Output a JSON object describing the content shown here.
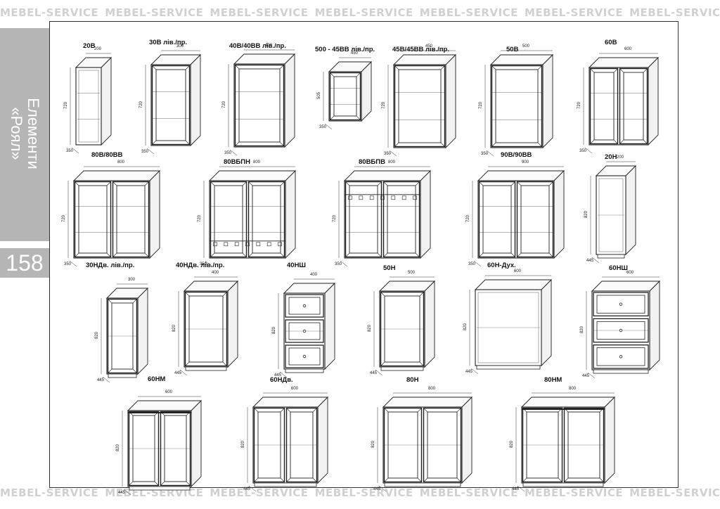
{
  "brand": "MEBEL-SERVICE",
  "side_title_line1": "Елементи",
  "side_title_line2": "«Роял»",
  "page_number": "158",
  "cabinets": [
    {
      "label": "20В",
      "type": "upper",
      "doors": 0,
      "drawers": 0,
      "open": true,
      "height_dim": "720",
      "width_dim": "200",
      "depth_dim": "350"
    },
    {
      "label": "30В лів./пр.",
      "type": "upper",
      "doors": 1,
      "drawers": 0,
      "height_dim": "720",
      "width_dim": "300",
      "depth_dim": "350"
    },
    {
      "label": "40В/40ВВ лів./пр.",
      "type": "upper",
      "doors": 1,
      "drawers": 0,
      "height_dim": "720",
      "width_dim": "400",
      "depth_dim": "350"
    },
    {
      "label": "500 - 45ВВ лів./пр.",
      "type": "box",
      "doors": 1,
      "drawers": 0,
      "height_dim": "505",
      "width_dim": "450",
      "depth_dim": "350"
    },
    {
      "label": "45В/45ВВ лів./пр.",
      "type": "upper",
      "doors": 1,
      "drawers": 0,
      "height_dim": "720",
      "width_dim": "450",
      "depth_dim": "350"
    },
    {
      "label": "50В",
      "type": "upper",
      "doors": 1,
      "drawers": 0,
      "height_dim": "720",
      "width_dim": "500",
      "depth_dim": "350"
    },
    {
      "label": "60В",
      "type": "upper",
      "doors": 2,
      "drawers": 0,
      "height_dim": "720",
      "width_dim": "600",
      "depth_dim": "350"
    },
    {
      "label": "80В/80ВВ",
      "type": "upper",
      "doors": 2,
      "drawers": 0,
      "height_dim": "720",
      "width_dim": "800",
      "depth_dim": "350"
    },
    {
      "label": "80ВБПН",
      "type": "upper",
      "doors": 2,
      "drawers": 0,
      "rack": "bottom",
      "height_dim": "720",
      "width_dim": "800",
      "depth_dim": "350"
    },
    {
      "label": "80ВБПВ",
      "type": "upper",
      "doors": 2,
      "drawers": 0,
      "rack": "top",
      "height_dim": "720",
      "width_dim": "800",
      "depth_dim": "350"
    },
    {
      "label": "90В/90ВВ",
      "type": "upper",
      "doors": 2,
      "drawers": 0,
      "height_dim": "720",
      "width_dim": "900",
      "depth_dim": "350"
    },
    {
      "label": "20Н",
      "type": "base",
      "doors": 0,
      "drawers": 0,
      "open": true,
      "height_dim": "820",
      "width_dim": "200",
      "depth_dim": "445"
    },
    {
      "label": "30НДв. лів./пр.",
      "type": "base",
      "doors": 1,
      "drawers": 0,
      "height_dim": "820",
      "width_dim": "300",
      "depth_dim": "445"
    },
    {
      "label": "40НДв. лів./пр.",
      "type": "base",
      "doors": 1,
      "drawers": 0,
      "height_dim": "820",
      "width_dim": "400",
      "depth_dim": "445"
    },
    {
      "label": "40НШ",
      "type": "base",
      "doors": 0,
      "drawers": 3,
      "height_dim": "820",
      "width_dim": "400",
      "depth_dim": "445"
    },
    {
      "label": "50Н",
      "type": "base",
      "doors": 1,
      "drawers": 0,
      "height_dim": "820",
      "width_dim": "500",
      "depth_dim": "445"
    },
    {
      "label": "60Н-Дух.",
      "type": "base",
      "doors": 0,
      "drawers": 0,
      "open": true,
      "height_dim": "820",
      "width_dim": "600",
      "depth_dim": "445"
    },
    {
      "label": "60НШ",
      "type": "base",
      "doors": 0,
      "drawers": 3,
      "height_dim": "820",
      "width_dim": "600",
      "depth_dim": "445"
    },
    {
      "label": "60НМ",
      "type": "base",
      "doors": 2,
      "drawers": 0,
      "sink": true,
      "height_dim": "820",
      "width_dim": "600",
      "depth_dim": "445"
    },
    {
      "label": "60НДв.",
      "type": "base",
      "doors": 2,
      "drawers": 0,
      "height_dim": "820",
      "width_dim": "600",
      "depth_dim": "445"
    },
    {
      "label": "80Н",
      "type": "base",
      "doors": 2,
      "drawers": 0,
      "height_dim": "820",
      "width_dim": "800",
      "depth_dim": "445"
    },
    {
      "label": "80НМ",
      "type": "base",
      "doors": 2,
      "drawers": 0,
      "sink": true,
      "height_dim": "820",
      "width_dim": "800",
      "depth_dim": "445"
    }
  ]
}
